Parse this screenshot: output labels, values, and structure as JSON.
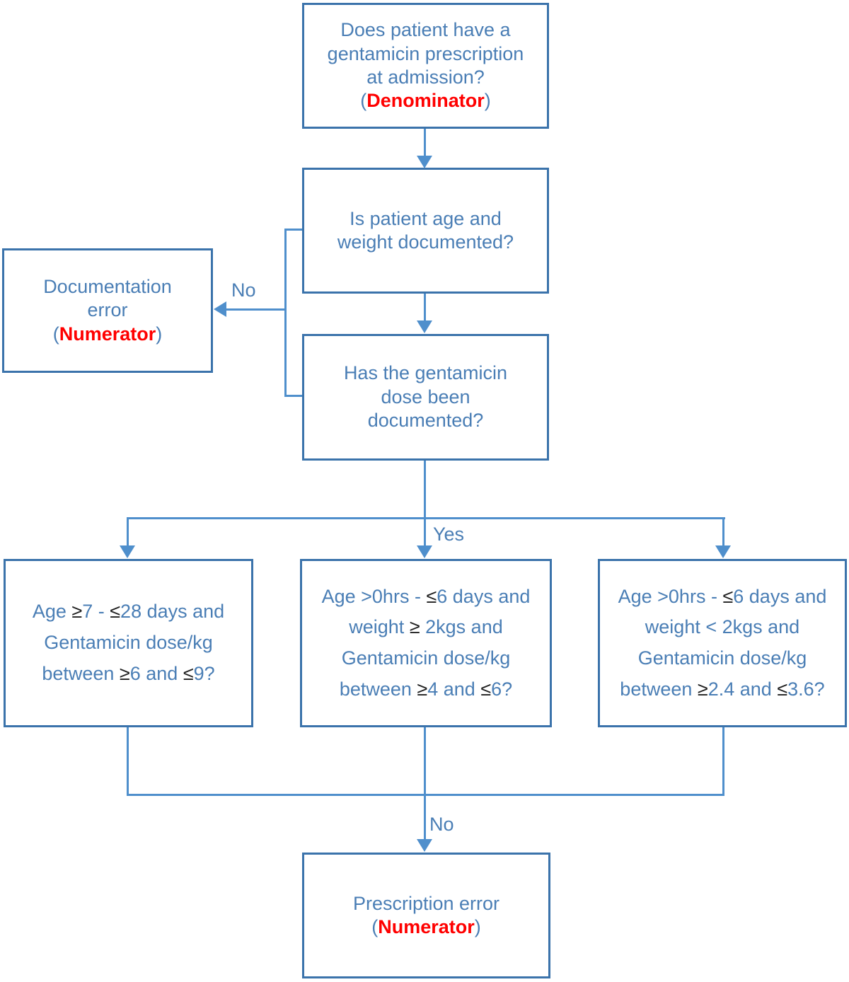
{
  "colors": {
    "box_border": "#3b73ab",
    "line": "#4f8fcc",
    "text_blue": "#4a7eb5",
    "text_red": "#ff0000",
    "text_dark": "#1f1f1f",
    "bg": "#ffffff"
  },
  "nodes": {
    "q_prescription": {
      "lines": [
        [
          {
            "t": "Does patient have a"
          }
        ],
        [
          {
            "t": "gentamicin prescription"
          }
        ],
        [
          {
            "t": "at admission?"
          }
        ],
        [
          {
            "t": "("
          },
          {
            "t": "Denominator",
            "c": "red",
            "b": true
          },
          {
            "t": ")"
          }
        ]
      ]
    },
    "q_age_weight": {
      "lines": [
        [
          {
            "t": "Is patient age and"
          }
        ],
        [
          {
            "t": "weight documented?"
          }
        ]
      ]
    },
    "doc_error": {
      "lines": [
        [
          {
            "t": "Documentation"
          }
        ],
        [
          {
            "t": "error"
          }
        ],
        [
          {
            "t": "("
          },
          {
            "t": "Numerator",
            "c": "red",
            "b": true
          },
          {
            "t": ")"
          }
        ]
      ]
    },
    "q_dose": {
      "lines": [
        [
          {
            "t": "Has the gentamicin"
          }
        ],
        [
          {
            "t": "dose been"
          }
        ],
        [
          {
            "t": "documented?"
          }
        ]
      ]
    },
    "crit_7_28_days": {
      "lines": [
        [
          {
            "t": "Age "
          },
          {
            "t": "≥",
            "c": "dark"
          },
          {
            "t": "7 - "
          },
          {
            "t": "≤",
            "c": "dark"
          },
          {
            "t": "28 days and"
          }
        ],
        [
          {
            "t": "Gentamicin dose/kg"
          }
        ],
        [
          {
            "t": "between "
          },
          {
            "t": "≥",
            "c": "dark"
          },
          {
            "t": "6 and "
          },
          {
            "t": "≤",
            "c": "dark"
          },
          {
            "t": "9?"
          }
        ]
      ]
    },
    "crit_ge_2kg": {
      "lines": [
        [
          {
            "t": "Age >0hrs - "
          },
          {
            "t": "≤",
            "c": "dark"
          },
          {
            "t": "6 days and"
          }
        ],
        [
          {
            "t": "weight "
          },
          {
            "t": "≥",
            "c": "dark"
          },
          {
            "t": " 2kgs and"
          }
        ],
        [
          {
            "t": "Gentamicin dose/kg"
          }
        ],
        [
          {
            "t": "between "
          },
          {
            "t": "≥",
            "c": "dark"
          },
          {
            "t": "4 and "
          },
          {
            "t": "≤",
            "c": "dark"
          },
          {
            "t": "6?"
          }
        ]
      ]
    },
    "crit_lt_2kg": {
      "lines": [
        [
          {
            "t": "Age >0hrs - "
          },
          {
            "t": "≤",
            "c": "dark"
          },
          {
            "t": "6 days and"
          }
        ],
        [
          {
            "t": "weight < 2kgs and"
          }
        ],
        [
          {
            "t": "Gentamicin dose/kg"
          }
        ],
        [
          {
            "t": "between "
          },
          {
            "t": "≥",
            "c": "dark"
          },
          {
            "t": "2.4 and "
          },
          {
            "t": "≤",
            "c": "dark"
          },
          {
            "t": "3.6?"
          }
        ]
      ]
    },
    "prescription_error": {
      "lines": [
        [
          {
            "t": "Prescription error"
          }
        ],
        [
          {
            "t": "("
          },
          {
            "t": "Numerator",
            "c": "red",
            "b": true
          },
          {
            "t": ")"
          }
        ]
      ]
    }
  },
  "edge_labels": {
    "doc_error_branch": "No",
    "criteria_branch": "Yes",
    "prescription_branch": "No"
  }
}
